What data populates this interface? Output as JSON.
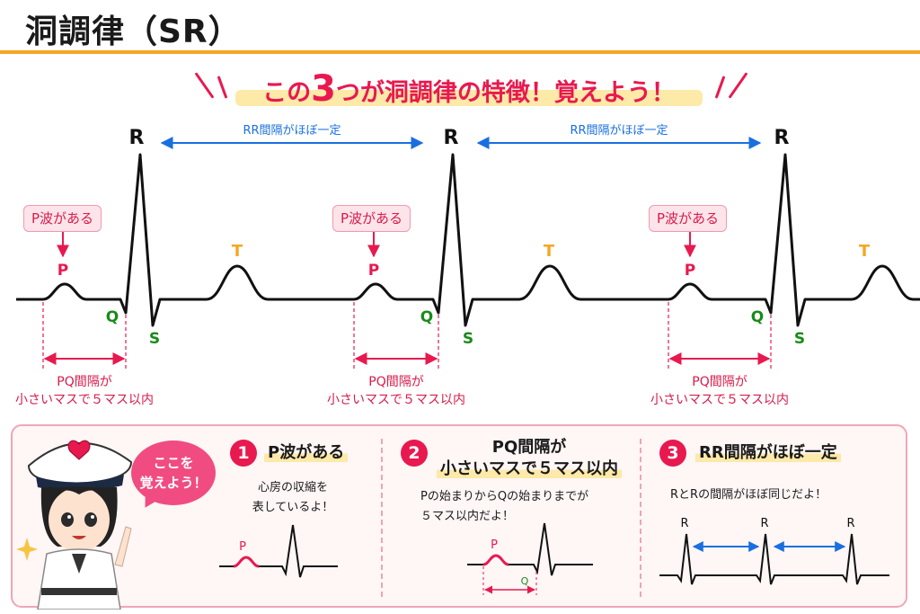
{
  "title": "洞調律（SR）",
  "headline": {
    "pre": "この",
    "num": "3",
    "post": "つが洞調律の特徴！覚えよう！"
  },
  "wave_labels": {
    "p": "P",
    "q": "Q",
    "r": "R",
    "s": "S",
    "t": "T"
  },
  "p_wave_box": "P波がある",
  "rr_label": "RR間隔がほぼ一定",
  "pq_label_line1": "PQ間隔が",
  "pq_label_line2": "小さいマスで５マス以内",
  "speech_bubble": {
    "line1": "ここを",
    "line2": "覚えよう！"
  },
  "features": [
    {
      "num": "1",
      "title": "P波がある",
      "desc_line1": "心房の収縮を",
      "desc_line2": "表しているよ！"
    },
    {
      "num": "2",
      "title_line1": "PQ間隔が",
      "title_line2": "小さいマスで５マス以内",
      "desc_line1": "Pの始まりからQの始まりまでが",
      "desc_line2": "５マス以内だよ！"
    },
    {
      "num": "3",
      "title": "RR間隔がほぼ一定",
      "desc_line1": "RとRの間隔がほぼ同じだよ！"
    }
  ],
  "colors": {
    "accent": "#e8194f",
    "orange": "#f5a623",
    "green": "#1a8a1a",
    "blue": "#1a6fe0",
    "highlight": "#fde9a8"
  },
  "icons": [
    "nurse-character-illustration",
    "sparkle-icon",
    "heart-icon"
  ]
}
